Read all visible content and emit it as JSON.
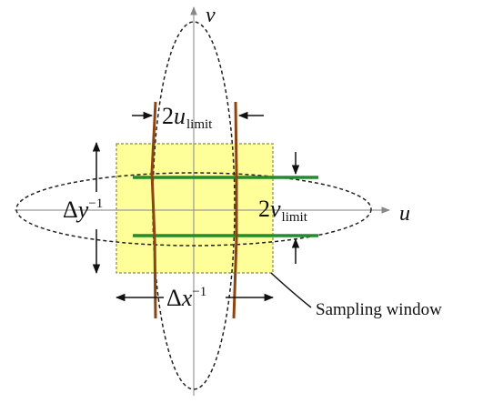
{
  "axes": {
    "u": "u",
    "v": "v"
  },
  "labels": {
    "u_coef": "2",
    "u_var": "u",
    "u_sub": "limit",
    "v_coef": "2",
    "v_var": "v",
    "v_sub": "limit",
    "dy_delta": "Δ",
    "dy_var": "y",
    "dy_exp": "−1",
    "dx_delta": "Δ",
    "dx_var": "x",
    "dx_exp": "−1",
    "sampling_window": "Sampling window"
  },
  "colors": {
    "window_fill": "#ffff99",
    "window_border": "#8a8a4a",
    "u_lines": "#8b4513",
    "v_lines": "#1f8f2a",
    "ellipse": "#222222",
    "axis": "#999999",
    "text": "#111111"
  }
}
